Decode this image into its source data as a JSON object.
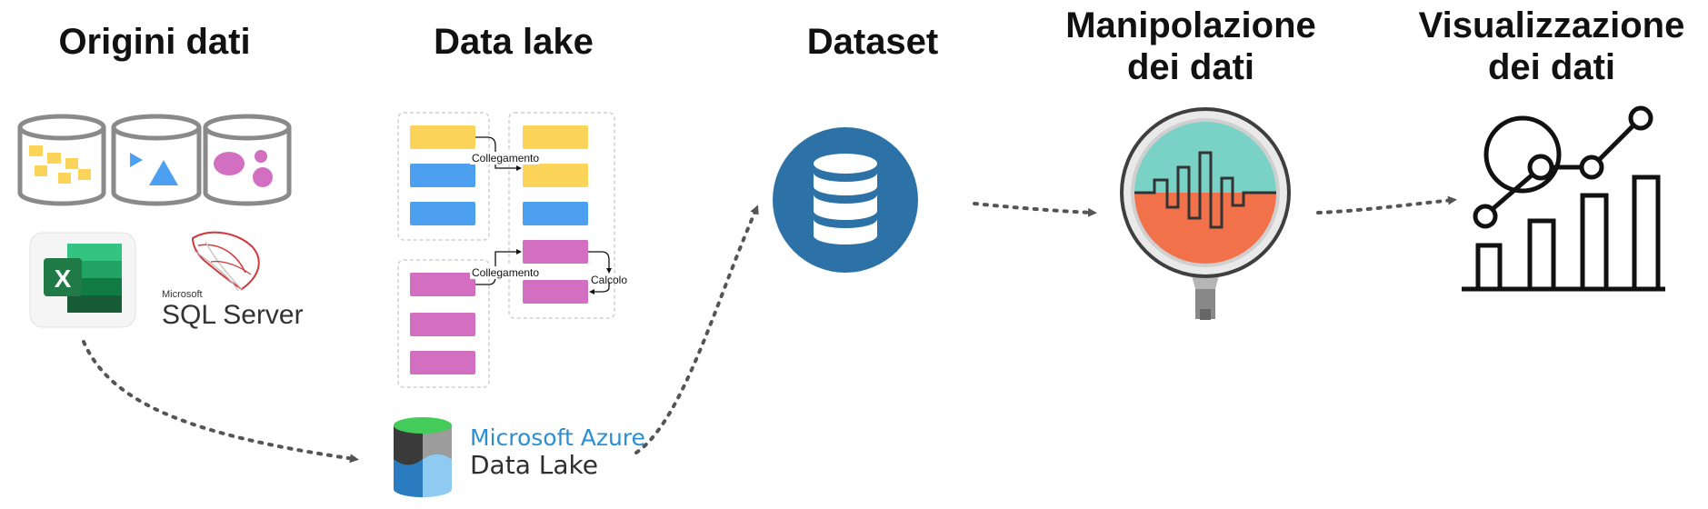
{
  "headers": {
    "sources": "Origini dati",
    "data_lake": "Data lake",
    "dataset": "Dataset",
    "manipulation_line1": "Manipolazione",
    "manipulation_line2": "dei dati",
    "visualization_line1": "Visualizzazione",
    "visualization_line2": "dei dati"
  },
  "data_lake_diagram": {
    "link_label_1": "Collegamento",
    "link_label_2": "Collegamento",
    "calc_label": "Calcolo"
  },
  "logos": {
    "sql_server_small": "Microsoft",
    "sql_server_main": "SQL Server",
    "excel_letter": "X",
    "azure_line1": "Microsoft Azure",
    "azure_line2": "Data Lake"
  },
  "colors": {
    "yellow": "#fdd45a",
    "blue": "#4da0f0",
    "pink": "#d36fc0",
    "dataset_blue": "#2d72a6",
    "teal": "#79d2c5",
    "coral": "#f0714a",
    "excel_green": "#1f7a45",
    "azure_blue": "#2b8fd1"
  },
  "icons": {
    "sources": [
      "cylinder-icon",
      "excel-icon",
      "sql-server-icon"
    ],
    "dataset": "database-icon",
    "manipulation": "magnifier-signal-icon",
    "visualization": "analytics-chart-icon",
    "arrows": "dotted-arrow-icon"
  }
}
